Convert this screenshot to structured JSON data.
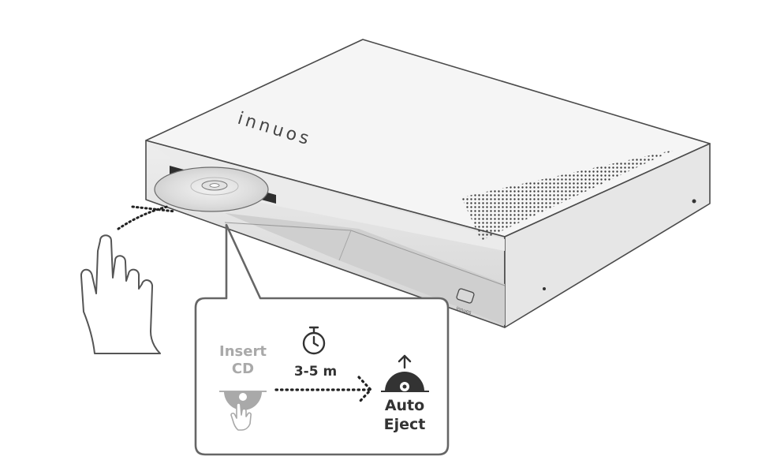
{
  "device": {
    "brand": "innuos",
    "front_brand": "innuos"
  },
  "callout": {
    "step_insert": {
      "line1": "Insert",
      "line2": "CD"
    },
    "timer_label": "3-5 m",
    "step_eject": {
      "line1": "Auto",
      "line2": "Eject"
    },
    "icons": [
      "stopwatch-icon",
      "disc-insert-icon",
      "hand-icon",
      "eject-arrow-icon",
      "dotted-arrow-icon"
    ]
  },
  "colors": {
    "outline": "#4a4a4a",
    "body_light": "#f4f4f4",
    "body_mid": "#dcdcdc",
    "body_dark": "#c4c4c4",
    "label_grey": "#a9a9a9",
    "label_dark": "#333333"
  }
}
